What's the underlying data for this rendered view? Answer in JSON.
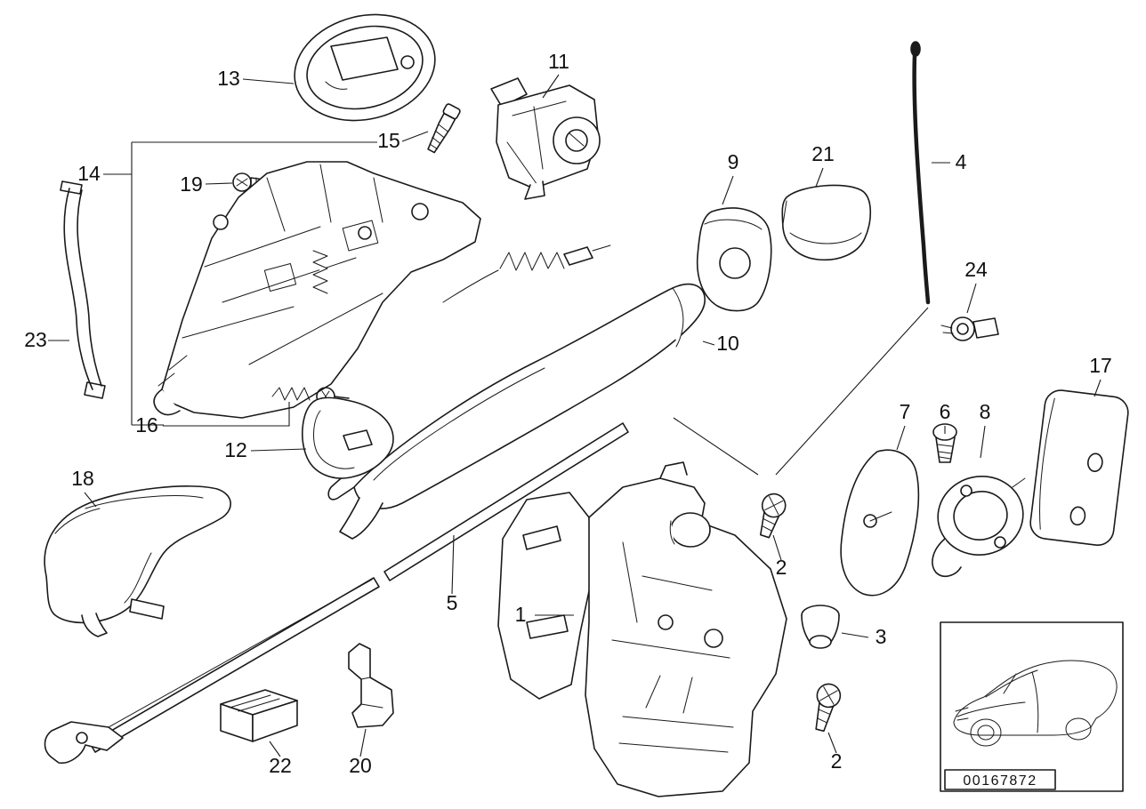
{
  "page": {
    "background": "#ffffff",
    "line_color": "#1a1a1a"
  },
  "thumbnail": {
    "code": "00167872"
  },
  "callouts": [
    {
      "id": "13",
      "label": "13"
    },
    {
      "id": "15",
      "label": "15"
    },
    {
      "id": "11",
      "label": "11"
    },
    {
      "id": "19",
      "label": "19"
    },
    {
      "id": "14",
      "label": "14"
    },
    {
      "id": "9",
      "label": "9"
    },
    {
      "id": "21",
      "label": "21"
    },
    {
      "id": "4",
      "label": "4"
    },
    {
      "id": "24",
      "label": "24"
    },
    {
      "id": "23",
      "label": "23"
    },
    {
      "id": "10",
      "label": "10"
    },
    {
      "id": "16",
      "label": "16"
    },
    {
      "id": "12",
      "label": "12"
    },
    {
      "id": "17",
      "label": "17"
    },
    {
      "id": "7",
      "label": "7"
    },
    {
      "id": "6",
      "label": "6"
    },
    {
      "id": "8",
      "label": "8"
    },
    {
      "id": "18",
      "label": "18"
    },
    {
      "id": "5",
      "label": "5"
    },
    {
      "id": "1",
      "label": "1"
    },
    {
      "id": "2-upper",
      "label": "2"
    },
    {
      "id": "3",
      "label": "3"
    },
    {
      "id": "2-lower",
      "label": "2"
    },
    {
      "id": "22",
      "label": "22"
    },
    {
      "id": "20",
      "label": "20"
    }
  ]
}
